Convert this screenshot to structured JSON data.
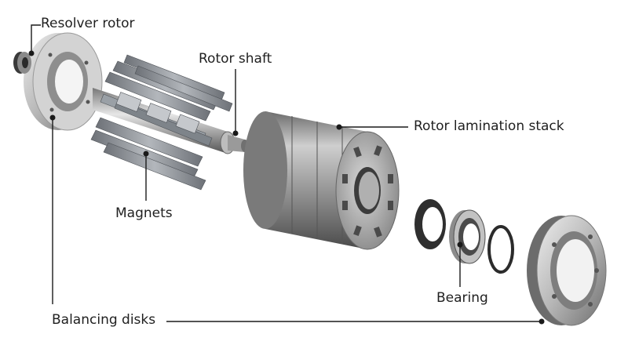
{
  "labels": {
    "resolver_rotor": "Resolver rotor",
    "rotor_shaft": "Rotor shaft",
    "rotor_lamination_stack": "Rotor lamination stack",
    "magnets": "Magnets",
    "bearing": "Bearing",
    "balancing_disks": "Balancing disks"
  },
  "colors": {
    "leader_line": "#1a1a1a",
    "metal_light": "#e4e4e4",
    "metal_mid": "#a9a9a9",
    "metal_dark": "#5c5c5c",
    "magnet": "#8f949a",
    "seal": "#2b2b2b"
  }
}
